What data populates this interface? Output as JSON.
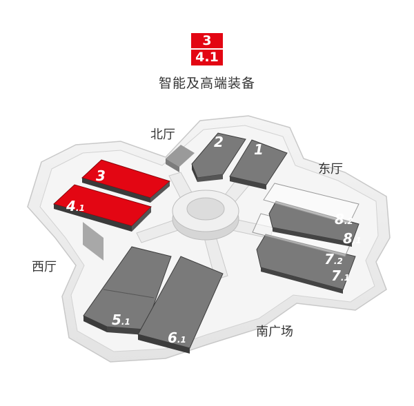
{
  "highlight": {
    "badge_top": "3",
    "badge_bottom": "4.1",
    "title": "智能及高端装备",
    "color": "#e30613"
  },
  "directions": {
    "north": "北厅",
    "east": "东厅",
    "west": "西厅",
    "south": "南广场"
  },
  "halls": {
    "h1": "1",
    "h2": "2",
    "h3": "3",
    "h4_main": "4",
    "h4_sub": ".1",
    "h5_main": "5",
    "h5_sub": ".1",
    "h6_main": "6",
    "h6_sub": ".1",
    "h7_1_main": "7",
    "h7_1_sub": ".1",
    "h7_2_main": "7",
    "h7_2_sub": ".2",
    "h8_1_main": "8",
    "h8_1_sub": ".1",
    "h8_2_main": "8",
    "h8_2_sub": ".2"
  },
  "colors": {
    "hall_gray": "#7a7a7a",
    "hall_edge": "#3c3c3c",
    "ground": "#e9e9e9",
    "outline": "#bdbdbd"
  }
}
